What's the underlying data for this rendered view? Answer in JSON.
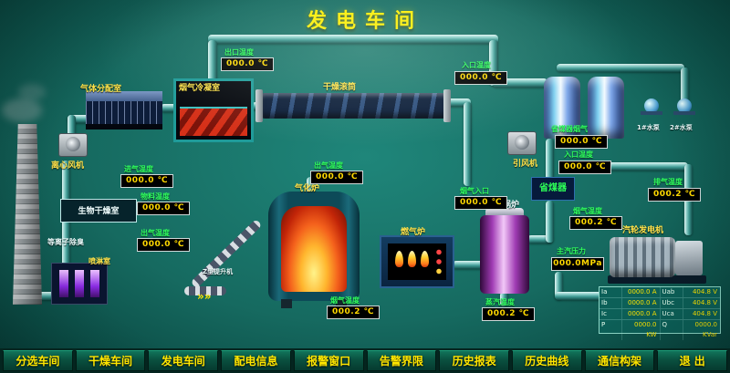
{
  "title": "发电车间",
  "labels": {
    "gas_dist": "气体分配室",
    "condenser": "烟气冷凝室",
    "drum": "干燥滚筒",
    "fan_left": "离心风机",
    "bio_room": "生物干燥室",
    "plasma": "等离子除臭",
    "spray": "喷淋室",
    "gasifier": "气化炉",
    "elevator": "Z型提升机",
    "gas_furnace": "燃气炉",
    "boiler": "蒸汽锅炉",
    "economizer": "省煤器",
    "fan_right": "引风机",
    "turbine": "汽轮发电机",
    "pump1": "1#水泵",
    "pump2": "2#水泵",
    "arrows": "»»"
  },
  "readings": {
    "outlet_temp_top": {
      "label": "出口温度",
      "value": "000.0 ℃"
    },
    "inlet_temp_top": {
      "label": "入口温度",
      "value": "000.0 ℃"
    },
    "intake_temp": {
      "label": "进气温度",
      "value": "000.0 ℃"
    },
    "material_temp": {
      "label": "物料温度",
      "value": "000.0 ℃"
    },
    "outgas_temp_left": {
      "label": "出气温度",
      "value": "000.0 ℃"
    },
    "outgas_temp_gasifier": {
      "label": "出气温度",
      "value": "000.0 ℃"
    },
    "fluegas_temp_mid": {
      "label": "烟气温度",
      "value": "000.2 ℃"
    },
    "fluegas_inlet": {
      "label": "烟气入口",
      "value": "000.0 ℃"
    },
    "eco_fluegas": {
      "label": "省煤器烟气",
      "value": "000.0 ℃"
    },
    "inlet_temp_fan": {
      "label": "入口温度",
      "value": "000.0 ℃"
    },
    "fluegas_temp_right": {
      "label": "烟气温度",
      "value": "000.2 ℃"
    },
    "exhaust_temp": {
      "label": "排气温度",
      "value": "000.2 ℃"
    },
    "steam_temp": {
      "label": "蒸汽温度",
      "value": "000.2 ℃"
    },
    "main_steam_pressure": {
      "label": "主汽压力",
      "value": "000.0MPa"
    }
  },
  "meter_table": {
    "rows": [
      {
        "l1": "Ia",
        "v1": "0000.0 A",
        "l2": "Uab",
        "v2": "404.8 V"
      },
      {
        "l1": "Ib",
        "v1": "0000.0 A",
        "l2": "Ubc",
        "v2": "404.8 V"
      },
      {
        "l1": "Ic",
        "v1": "0000.0 A",
        "l2": "Uca",
        "v2": "404.8 V"
      },
      {
        "l1": "P",
        "v1": "0000.0 KW",
        "l2": "Q",
        "v2": "0000.0 KVar"
      }
    ]
  },
  "nav": {
    "items": [
      "分选车间",
      "干燥车间",
      "发电车间",
      "配电信息",
      "报警窗口",
      "告警界限",
      "历史报表",
      "历史曲线",
      "通信构架",
      "退 出"
    ]
  }
}
